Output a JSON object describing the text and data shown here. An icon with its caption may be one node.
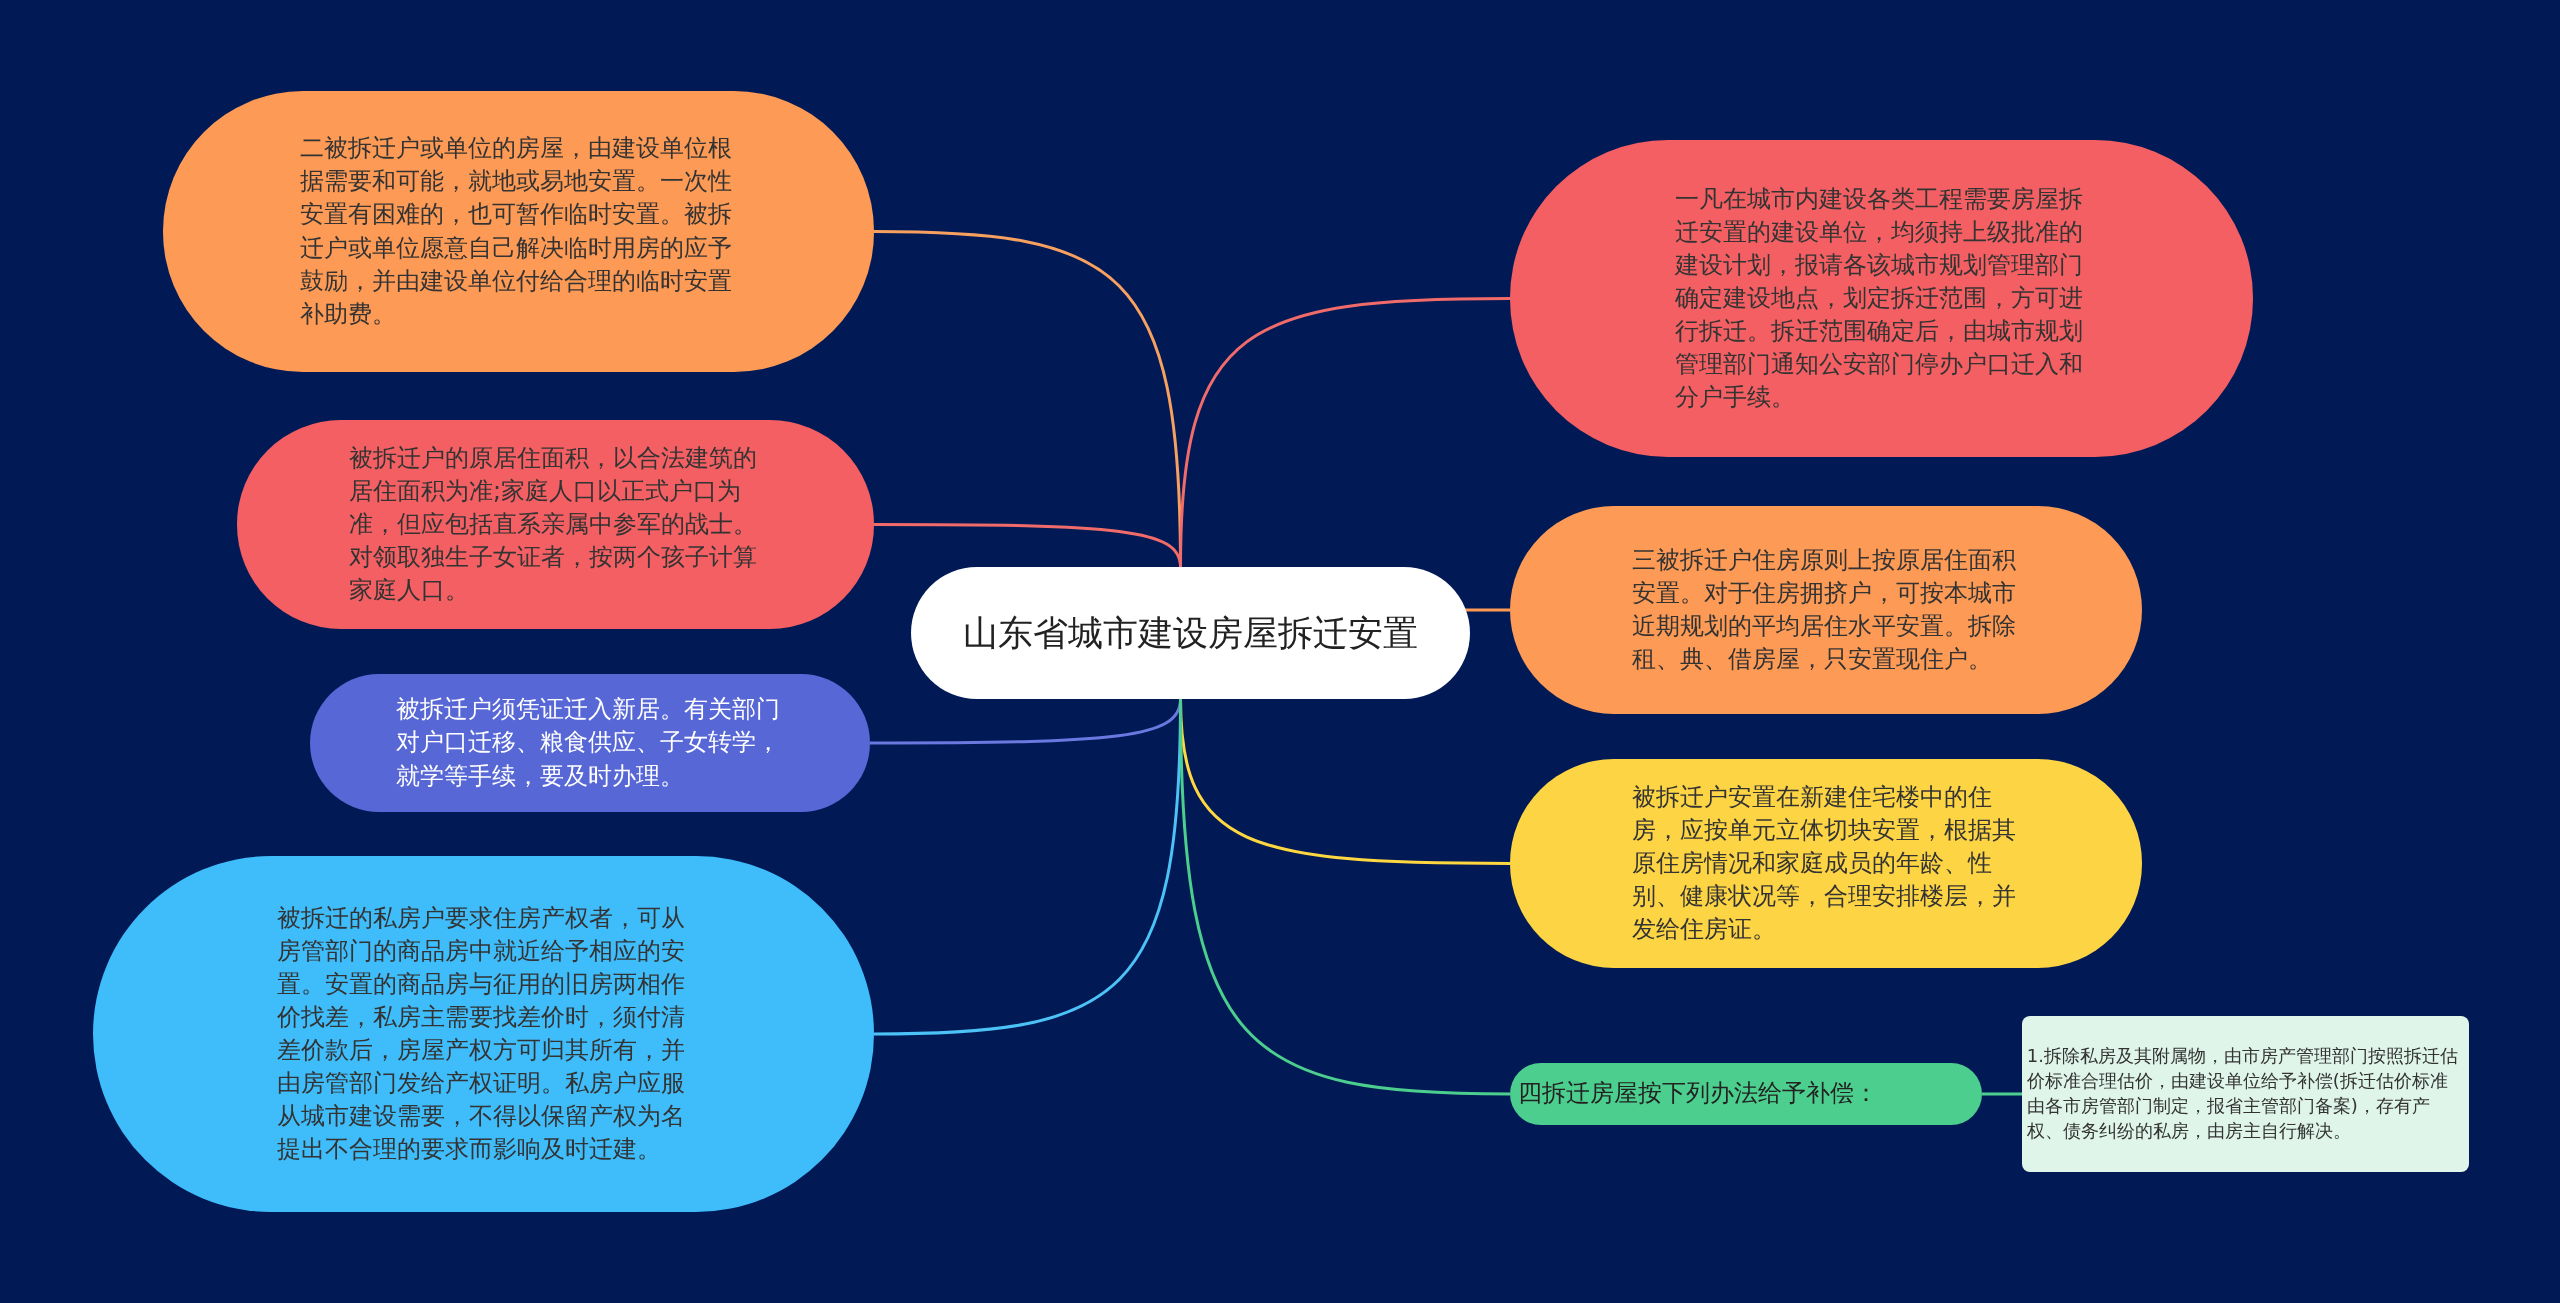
{
  "diagram": {
    "nodes": [
      {
        "text": [
          "山东省城市建设房屋拆迁安置"
        ]
      },
      {
        "text": [
          "二被拆迁户或单位的房屋，由建设单位根据需要和可能，就地或易地安置。一次性安置有困难的，也可暂作临时安置。被拆迁户或单位愿意自己解决临时用房的应予鼓励，并由建设单位付给合理的临时安置补助费。"
        ]
      },
      {
        "text": [
          "被拆迁户的原居住面积，以合法建筑的居住面积为准;家庭人口以正式户口为准，但应包括直系亲属中参军的战士。对领取独生子女证者，按两个孩子计算家庭人口。"
        ]
      },
      {
        "text": [
          "被拆迁户须凭证迁入新居。有关部门对户口迁移、粮食供应、子女转学，就学等手续，要及时办理。"
        ]
      },
      {
        "text": [
          "被拆迁的私房户要求住房产权者，可从房管部门的商品房中就近给予相应的安置。安置的商品房与征用的旧房两相作价找差，私房主需要找差价时，须付清差价款后，房屋产权方可归其所有，并由房管部门发给产权证明。私房户应服从城市建设需要，不得以保留产权为名提出不合理的要求而影响及时迁建。"
        ]
      },
      {
        "text": [
          "一凡在城市内建设各类工程需要房屋拆迁安置的建设单位，均须持上级批准的建设计划，报请各该城市规划管理部门确定建设地点，划定拆迁范围，方可进行拆迁。拆迁范围确定后，由城市规划管理部门通知公安部门停办户口迁入和分户手续。"
        ]
      },
      {
        "text": [
          "三被拆迁户住房原则上按原居住面积安置。对于住房拥挤户，可按本城市近期规划的平均居住水平安置。拆除租、典、借房屋，只安置现住户。"
        ]
      },
      {
        "text": [
          "被拆迁户安置在新建住宅楼中的住房，应按单元立体切块安置，根据其原住房情况和家庭成员的年龄、性别、健康状况等，合理安排楼层，并发给住房证。"
        ]
      },
      {
        "text": [
          "四拆迁房屋按下列办法给予补偿："
        ]
      },
      {
        "text": [
          "1.拆除私房及其附属物，由市房产管理部门按照拆迁估价标准合理估价，由建设单位给予补偿(拆迁估价标准由各市房管部门制定，报省主管部门备案)，存有产权、债务纠纷的私房，由房主自行解决。"
        ]
      }
    ],
    "edges": [
      {
        "from": 0,
        "to": 1,
        "arrow": "none",
        "color": "#f7a060"
      },
      {
        "from": 0,
        "to": 2,
        "arrow": "none",
        "color": "#f26b6b"
      },
      {
        "from": 0,
        "to": 3,
        "arrow": "none",
        "color": "#6a78e0"
      },
      {
        "from": 0,
        "to": 4,
        "arrow": "none",
        "color": "#4cc2f7"
      },
      {
        "from": 0,
        "to": 5,
        "arrow": "none",
        "color": "#f26b6b"
      },
      {
        "from": 0,
        "to": 6,
        "arrow": "none",
        "color": "#ff9a55"
      },
      {
        "from": 0,
        "to": 7,
        "arrow": "none",
        "color": "#ffd740"
      },
      {
        "from": 0,
        "to": 8,
        "arrow": "none",
        "color": "#4ccf8e"
      },
      {
        "from": 8,
        "to": 9,
        "arrow": "none",
        "color": "#4ccf8e"
      }
    ]
  }
}
